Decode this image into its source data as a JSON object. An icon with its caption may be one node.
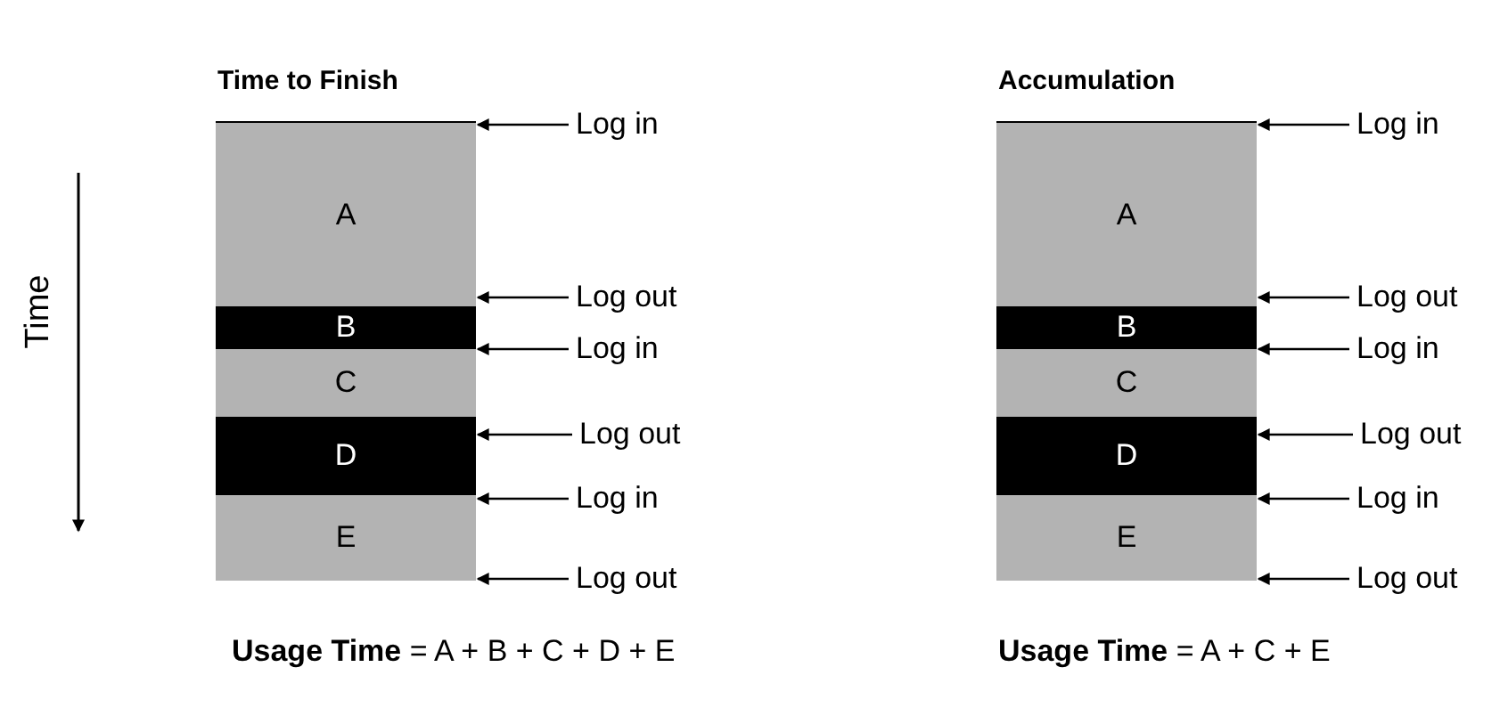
{
  "diagram": {
    "nodes": [
      {
        "text": [
          "A"
        ]
      },
      {
        "text": [
          "B"
        ]
      },
      {
        "text": [
          "C"
        ]
      },
      {
        "text": [
          "D"
        ]
      },
      {
        "text": [
          "E"
        ]
      },
      {
        "text": [
          "Log in"
        ]
      },
      {
        "text": [
          "Log out"
        ]
      },
      {
        "text": [
          "Log in"
        ]
      },
      {
        "text": [
          "Log out"
        ]
      },
      {
        "text": [
          "Log in"
        ]
      },
      {
        "text": [
          "Log out"
        ]
      },
      {
        "text": [
          "A"
        ]
      },
      {
        "text": [
          "B"
        ]
      },
      {
        "text": [
          "C"
        ]
      },
      {
        "text": [
          "D"
        ]
      },
      {
        "text": [
          "E"
        ]
      },
      {
        "text": [
          "Log in"
        ]
      },
      {
        "text": [
          "Log out"
        ]
      },
      {
        "text": [
          "Log in"
        ]
      },
      {
        "text": [
          "Log out"
        ]
      },
      {
        "text": [
          "Log in"
        ]
      },
      {
        "text": [
          "Log out"
        ]
      }
    ],
    "edges": [
      {
        "from": 5,
        "to": 0,
        "arrow": "to"
      },
      {
        "from": 6,
        "to": 1,
        "arrow": "to"
      },
      {
        "from": 7,
        "to": 1,
        "arrow": "to"
      },
      {
        "from": 8,
        "to": 2,
        "arrow": "to"
      },
      {
        "from": 9,
        "to": 3,
        "arrow": "to"
      },
      {
        "from": 10,
        "to": 4,
        "arrow": "to"
      },
      {
        "from": 16,
        "to": 11,
        "arrow": "to"
      },
      {
        "from": 17,
        "to": 12,
        "arrow": "to"
      },
      {
        "from": 18,
        "to": 12,
        "arrow": "to"
      },
      {
        "from": 19,
        "to": 13,
        "arrow": "to"
      },
      {
        "from": 20,
        "to": 14,
        "arrow": "to"
      },
      {
        "from": 21,
        "to": 15,
        "arrow": "to"
      }
    ],
    "labels": [
      "Time to Finish",
      "Accumulation",
      "Time",
      "**Usage Time** = A + B + C + D + E",
      "**Usage Time** = A + C + E"
    ]
  }
}
